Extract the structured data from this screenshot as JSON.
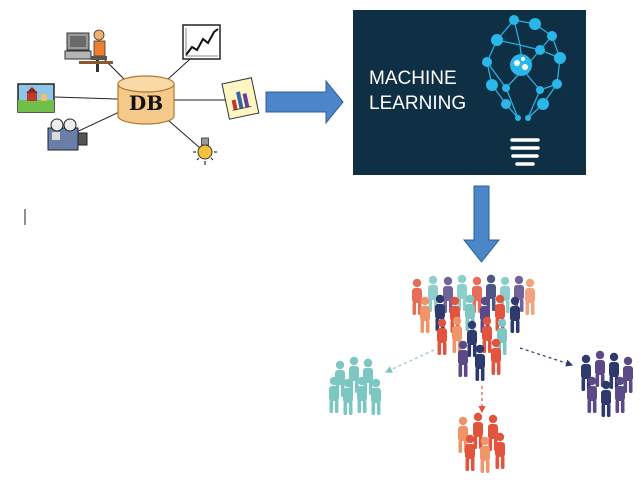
{
  "database": {
    "label": "DB"
  },
  "ml_panel": {
    "line1": "MACHINE",
    "line2": "LEARNING"
  },
  "colors": {
    "db_fill": "#f5c98a",
    "db_stroke": "#b07a2e",
    "arrow_blue": "#4a86c8",
    "ml_background": "#0e2f44",
    "ml_text": "#ffffff",
    "bulb_node": "#29b6e8",
    "cluster_teal": "#7cc7c2",
    "cluster_red": "#e3543f",
    "cluster_orange": "#f0956a",
    "cluster_navy": "#2e3a6e",
    "cluster_purple": "#5a4a8a"
  },
  "icons": [
    "computer-operator-icon",
    "line-graph-icon",
    "bar-chart-report-icon",
    "lightbulb-idea-icon",
    "film-camera-icon",
    "landscape-picture-icon",
    "brain-lightbulb-icon",
    "people-crowd-icon"
  ]
}
